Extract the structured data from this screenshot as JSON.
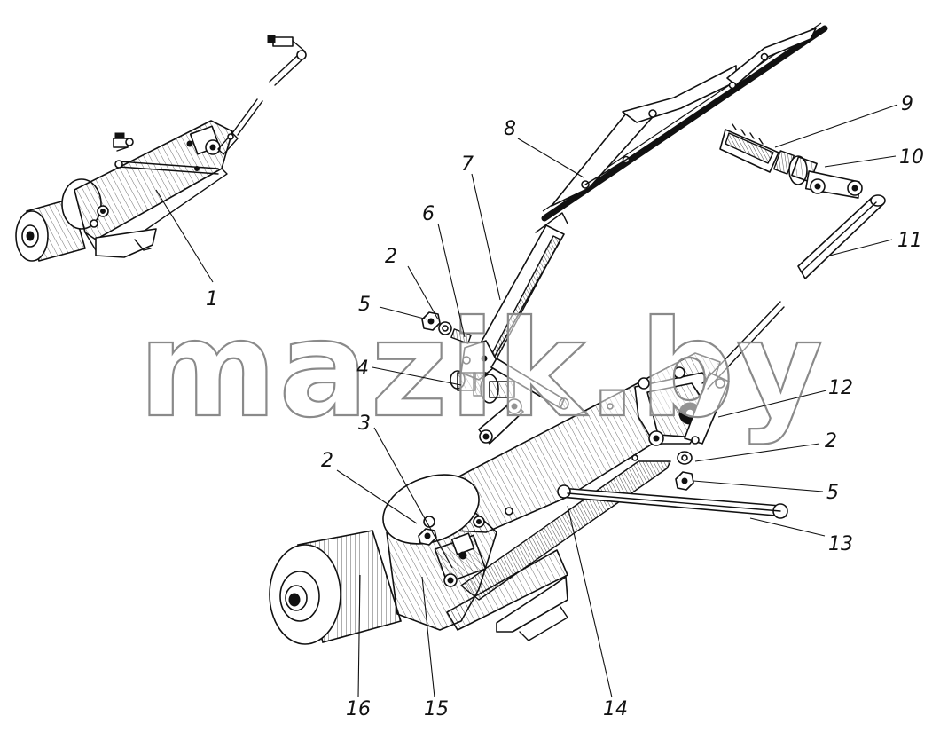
{
  "watermark": "mazik.by",
  "callouts": {
    "c1": "1",
    "c2a": "2",
    "c2b": "2",
    "c2c": "2",
    "c3": "3",
    "c4": "4",
    "c5a": "5",
    "c5b": "5",
    "c6": "6",
    "c7": "7",
    "c8": "8",
    "c9": "9",
    "c10": "10",
    "c11": "11",
    "c12": "12",
    "c13": "13",
    "c14": "14",
    "c15": "15",
    "c16": "16"
  }
}
